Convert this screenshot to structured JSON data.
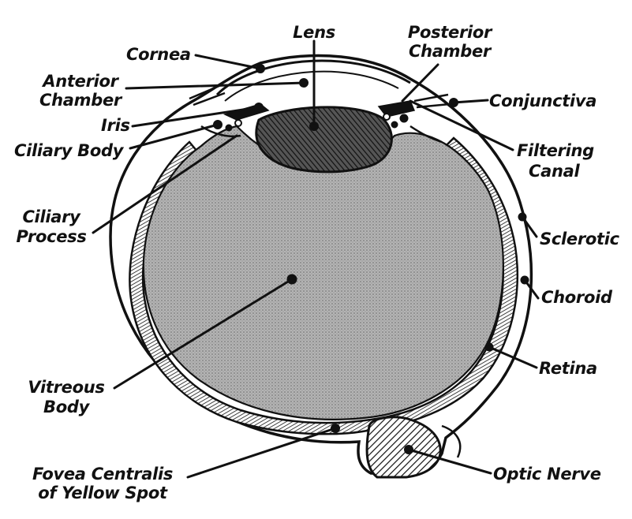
{
  "labels": {
    "lens": "Lens",
    "posterior_chamber_1": "Posterior",
    "posterior_chamber_2": "Chamber",
    "cornea": "Cornea",
    "anterior_chamber_1": "Anterior",
    "anterior_chamber_2": "Chamber",
    "conjunctiva": "Conjunctiva",
    "iris": "Iris",
    "ciliary_body": "Ciliary Body",
    "filtering_canal_1": "Filtering",
    "filtering_canal_2": "Canal",
    "ciliary_process_1": "Ciliary",
    "ciliary_process_2": "Process",
    "sclerotic": "Sclerotic",
    "choroid": "Choroid",
    "retina": "Retina",
    "vitreous_body_1": "Vitreous",
    "vitreous_body_2": "Body",
    "fovea_1": "Fovea Centralis",
    "fovea_2": "of Yellow Spot",
    "optic_nerve": "Optic Nerve"
  },
  "colors": {
    "ink": "#111111",
    "paper": "#ffffff",
    "vitreous_fill": "#a9a9a9"
  }
}
